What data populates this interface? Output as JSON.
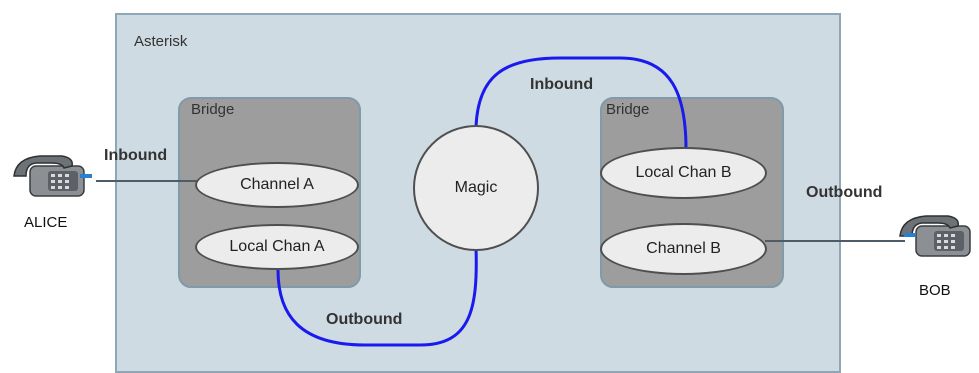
{
  "container": {
    "label": "Asterisk"
  },
  "bridges": [
    {
      "label": "Bridge"
    },
    {
      "label": "Bridge"
    }
  ],
  "nodes": {
    "channel_a": "Channel A",
    "local_chan_a": "Local Chan A",
    "magic": "Magic",
    "local_chan_b": "Local Chan B",
    "channel_b": "Channel B"
  },
  "edges": {
    "alice_inbound": "Inbound",
    "top_inbound": "Inbound",
    "bottom_outbound": "Outbound",
    "bob_outbound": "Outbound"
  },
  "endpoints": {
    "alice": "ALICE",
    "bob": "BOB"
  },
  "colors": {
    "loop_wire": "#1a1aee",
    "phone_wire": "#4d5c66"
  }
}
